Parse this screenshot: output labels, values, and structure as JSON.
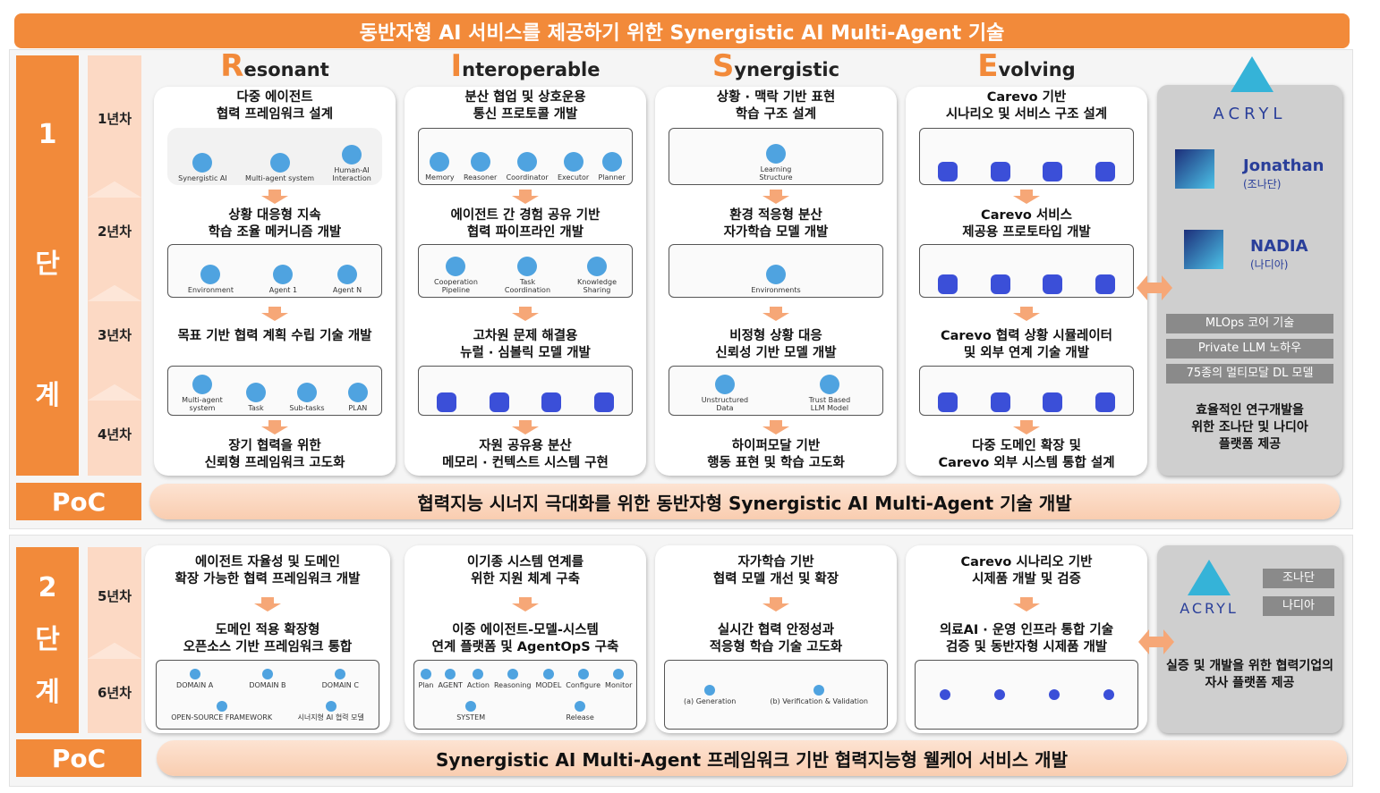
{
  "title": "동반자형 AI 서비스를 제공하기 위한 Synergistic AI Multi-Agent 기술",
  "columns": [
    {
      "initial": "R",
      "rest": "esonant"
    },
    {
      "initial": "I",
      "rest": "nteroperable"
    },
    {
      "initial": "S",
      "rest": "ynergistic"
    },
    {
      "initial": "E",
      "rest": "volving"
    }
  ],
  "stage1": {
    "label": [
      "1",
      "단",
      "계"
    ],
    "years": [
      "1년차",
      "2년차",
      "3년차",
      "4년차"
    ],
    "cards": [
      {
        "items": [
          "다중 에이전트\n협력 프레임워크 설계",
          "상황 대응형 지속\n학습 조율 메커니즘 개발",
          "목표 기반 협력 계획 수립 기술 개발",
          "장기 협력을 위한\n신뢰형 프레임워크 고도화"
        ],
        "figs": [
          [
            "Synergistic AI",
            "Multi-agent system",
            "Human-AI\nInteraction"
          ],
          [
            "Environment",
            "Agent 1",
            "Agent N"
          ],
          [
            "Multi-agent\nsystem",
            "Task",
            "Sub-tasks",
            "PLAN"
          ]
        ]
      },
      {
        "items": [
          "분산 협업 및 상호운용\n통신 프로토콜 개발",
          "에이전트 간 경험 공유 기반\n협력 파이프라인 개발",
          "고차원 문제 해결용\n뉴럴 · 심볼릭 모델 개발",
          "자원 공유용 분산\n메모리 · 컨텍스트 시스템 구현"
        ],
        "figs": [
          [
            "Memory",
            "Reasoner",
            "Coordinator",
            "Executor",
            "Planner"
          ],
          [
            "Cooperation\nPipeline",
            "Task\nCoordination",
            "Knowledge\nSharing"
          ],
          []
        ]
      },
      {
        "items": [
          "상황 · 맥락 기반 표현\n학습 구조 설계",
          "환경 적응형 분산\n자가학습 모델 개발",
          "비정형 상황 대응\n신뢰성 기반 모델 개발",
          "하이퍼모달 기반\n행동 표현 및 학습 고도화"
        ],
        "figs": [
          [
            "Learning\nStructure"
          ],
          [
            "Environments"
          ],
          [
            "Unstructured\nData",
            "Trust Based\nLLM Model"
          ]
        ]
      },
      {
        "items": [
          "Carevo 기반\n시나리오 및 서비스 구조 설계",
          "Carevo 서비스\n제공용 프로토타입 개발",
          "Carevo 협력 상황 시뮬레이터\n및 외부 연계 기술 개발",
          "다중 도메인 확장 및\nCarevo 외부 시스템 통합 설계"
        ],
        "figs": [
          [],
          [],
          []
        ]
      }
    ],
    "partner": {
      "company": "ACRYL",
      "logos": [
        {
          "name": "Jonathan",
          "sub": "(조나단)"
        },
        {
          "name": "NADIA",
          "sub": "(나디아)"
        }
      ],
      "features": [
        "MLOps 코어 기술",
        "Private LLM 노하우",
        "75종의 멀티모달 DL 모델"
      ],
      "desc": "효율적인 연구개발을\n위한 조나단 및 나디아\n플랫폼 제공"
    },
    "poc_label": "PoC",
    "poc": "협력지능 시너지 극대화를 위한 동반자형 Synergistic AI Multi-Agent 기술 개발"
  },
  "stage2": {
    "label": [
      "2",
      "단",
      "계"
    ],
    "years": [
      "5년차",
      "6년차"
    ],
    "cards": [
      {
        "items": [
          "에이전트 자율성 및 도메인\n확장 가능한 협력 프레임워크 개발",
          "도메인 적용 확장형\n오픈소스 기반 프레임워크 통합"
        ],
        "figs": [
          [
            "DOMAIN A",
            "DOMAIN B",
            "DOMAIN C",
            "OPEN-SOURCE FRAMEWORK",
            "시너지형 AI 협력 모델"
          ]
        ]
      },
      {
        "items": [
          "이기종 시스템 연계를\n위한 지원 체계 구축",
          "이중 에이전트-모델-시스템\n연계 플랫폼 및 AgentOpS 구축"
        ],
        "figs": [
          [
            "Plan",
            "AGENT",
            "Action",
            "Reasoning",
            "MODEL",
            "Configure",
            "Monitor",
            "SYSTEM",
            "Release"
          ]
        ]
      },
      {
        "items": [
          "자가학습 기반\n협력 모델 개선 및 확장",
          "실시간 협력 안정성과\n적응형 학습 기술 고도화"
        ],
        "figs": [
          [
            "(a) Generation",
            "(b) Verification & Validation"
          ]
        ]
      },
      {
        "items": [
          "Carevo 시나리오 기반\n시제품 개발 및 검증",
          "의료AI · 운영 인프라 통합 기술\n검증 및 동반자형 시제품 개발"
        ],
        "figs": [
          []
        ]
      }
    ],
    "partner": {
      "company": "ACRYL",
      "buttons": [
        "조나단",
        "나디아"
      ],
      "desc": "실증 및 개발을 위한 협력기업의\n자사 플랫폼 제공"
    },
    "poc_label": "PoC",
    "poc": "Synergistic AI Multi-Agent 프레임워크 기반 협력지능형 웰케어 서비스 개발"
  },
  "colors": {
    "orange": "#F28A3A",
    "peach": "#FCD9C4",
    "arrow": "#F6A777",
    "logo": "#2a3f9a"
  }
}
